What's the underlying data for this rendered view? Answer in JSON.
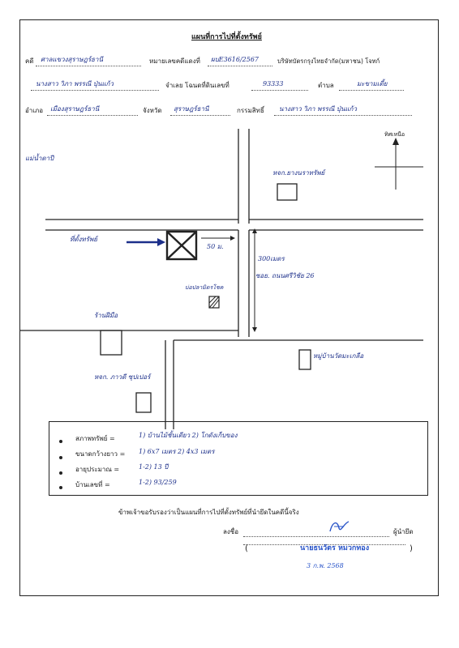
{
  "header": {
    "title": "แผนที่การไปที่ตั้งทรัพย์"
  },
  "fields": {
    "case_label": "คดี",
    "case_value": "ศาลแขวงสุราษฎร์ธานี",
    "case_no_label": "หมายเลขคดีแดงที่",
    "case_no_value": "ผบE3616/2567",
    "plaintiff_label": "บริษัทบัตรกรุงไทยจำกัด(มหาชน) โจทก์",
    "defendant_value": "นางสาว วิภา พรรณี ปุ่นแก้ว",
    "defendant_label": "จำเลย โฉนดที่ดินเลขที่",
    "deed_no": "93333",
    "subdistrict_label": "ตำบล",
    "subdistrict_value": "มะขามเตี้ย",
    "district_label": "อำเภอ",
    "district_value": "เมืองสุราษฎร์ธานี",
    "province_label": "จังหวัด",
    "province_value": "สุราษฎร์ธานี",
    "owner_label": "กรรมสิทธิ์",
    "owner_value": "นางสาว วิภา พรรณี ปุ่นแก้ว"
  },
  "map": {
    "north_label": "ทิศเหนือ",
    "river_label": "แม่น้ำตาปี",
    "property_label": "ที่ตั้งทรัพย์",
    "distance_50": "50 ม.",
    "distance_300": "300เมตร",
    "soi_label": "ซอย. ถนนศรีวิชัย 26",
    "landmark_top": "หจก.ยางนราทรัพย์",
    "landmark_mid": "บ่อปลามิตรโชค",
    "landmark_left": "ร้านฝีมือ",
    "landmark_right": "หมู่บ้านวัดมะเกลือ",
    "landmark_bottom": "หจก. ภาวดี ซุปเปอร์"
  },
  "details": {
    "rows": [
      {
        "label": "สภาพทรัพย์ =",
        "value": "1) บ้านไม้ชั้นเดียว 2) โกดังเก็บของ"
      },
      {
        "label": "ขนาดกว้างยาว =",
        "value": "1) 6x7 เมตร 2) 4x3 เมตร"
      },
      {
        "label": "อายุประมาณ =",
        "value": "1-2) 13 ปี"
      },
      {
        "label": "บ้านเลขที่ =",
        "value": "1-2) 93/259"
      }
    ]
  },
  "certification": {
    "statement": "ข้าพเจ้าขอรับรองว่าเป็นแผนที่การไปที่ตั้งทรัพย์ที่นำยึดในคดีนี้จริง",
    "sign_label": "ลงชื่อ",
    "sign_suffix": "ผู้นำยึด",
    "name": "นายธนวัตร หมวกทอง",
    "date": "3 ก.พ. 2568"
  },
  "colors": {
    "ink": "#1c2f8a",
    "stamp": "#2a55c9",
    "line": "#222222"
  }
}
